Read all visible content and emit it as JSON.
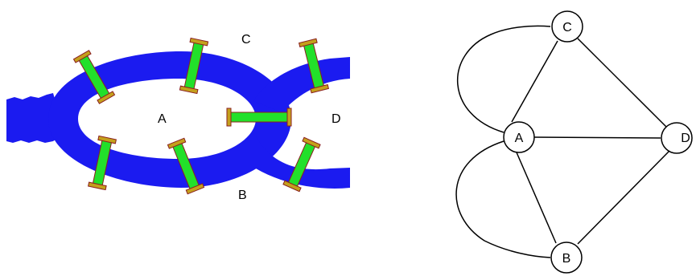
{
  "colors": {
    "river": "#1b1bf0",
    "bridge_fill": "#22e02a",
    "bridge_cap": "#c4a01c",
    "bridge_edge": "#8a1f1f",
    "node_fill": "#ffffff",
    "line": "#000000"
  },
  "map": {
    "labels": {
      "a": "A",
      "b": "B",
      "c": "C",
      "d": "D"
    },
    "bridge_count": 7
  },
  "graph": {
    "nodes": {
      "a": "A",
      "b": "B",
      "c": "C",
      "d": "D"
    },
    "edges": [
      [
        "A",
        "C"
      ],
      [
        "A",
        "C"
      ],
      [
        "A",
        "B"
      ],
      [
        "A",
        "B"
      ],
      [
        "A",
        "D"
      ],
      [
        "B",
        "D"
      ],
      [
        "C",
        "D"
      ]
    ]
  }
}
